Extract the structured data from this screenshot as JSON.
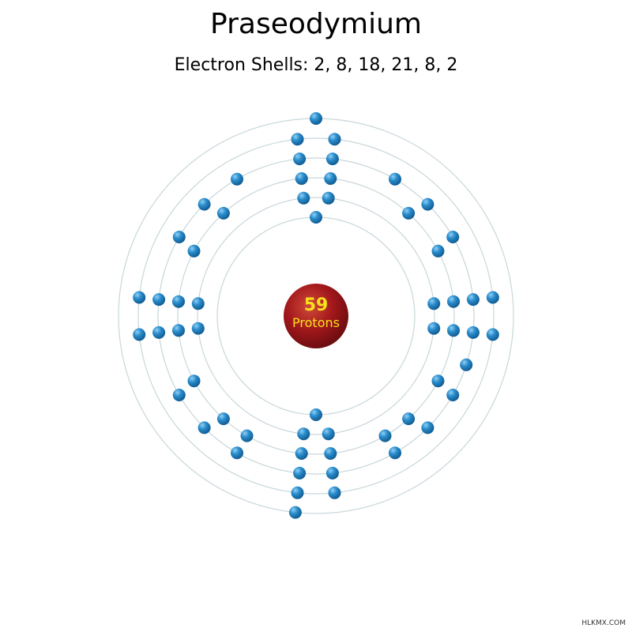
{
  "element": {
    "name": "Praseodymium",
    "shells_text": "Electron Shells: 2, 8, 18, 21, 8, 2",
    "shells": [
      2,
      8,
      18,
      21,
      8,
      2
    ],
    "proton_count": "59",
    "proton_label": "Protons"
  },
  "watermark": "HLKMX.COM",
  "colors": {
    "nucleus": "#a3181b",
    "electron": "#1f7fc0",
    "shell_ring": "#c8d6da",
    "nucleus_text": "#f7e11b"
  }
}
